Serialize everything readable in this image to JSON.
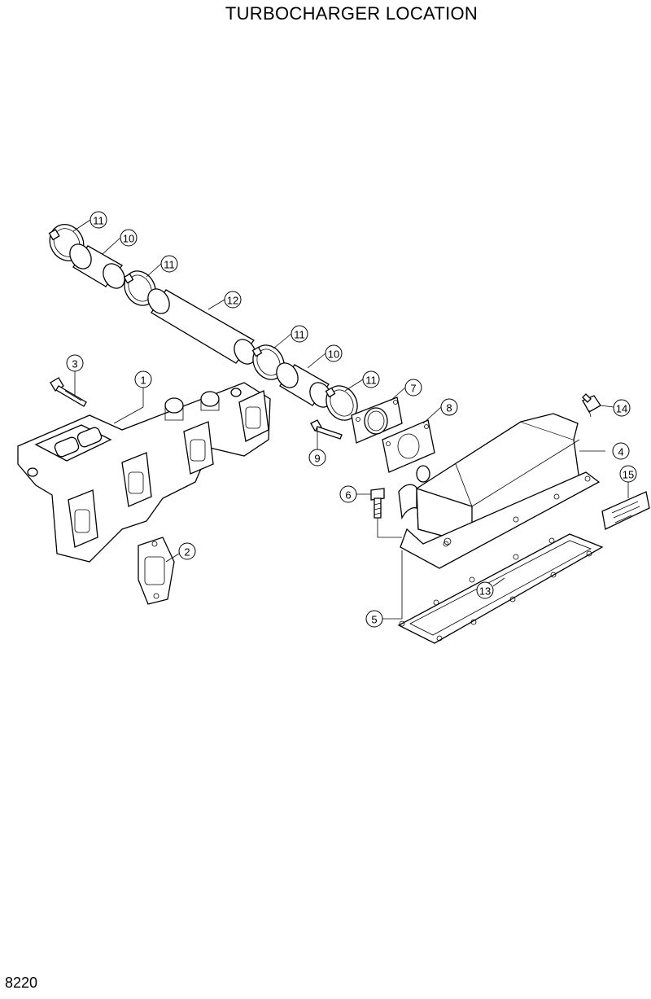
{
  "title": "TURBOCHARGER LOCATION",
  "page_number": "8220",
  "callouts": {
    "c1": "1",
    "c2": "2",
    "c3": "3",
    "c4": "4",
    "c5": "5",
    "c6": "6",
    "c7": "7",
    "c8": "8",
    "c9": "9",
    "c10a": "10",
    "c10b": "10",
    "c11a": "11",
    "c11b": "11",
    "c11c": "11",
    "c11d": "11",
    "c12": "12",
    "c13": "13",
    "c14": "14",
    "c15": "15"
  }
}
